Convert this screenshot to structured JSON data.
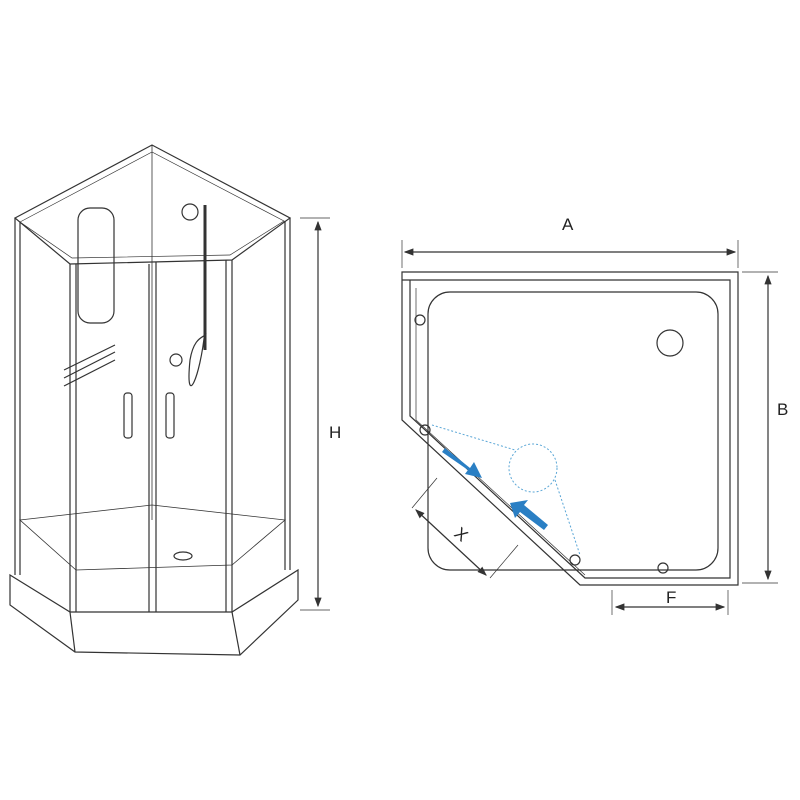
{
  "dimensions": {
    "width_label": "A",
    "depth_label": "B",
    "height_label": "H",
    "entrance_label": "X",
    "side_label": "F"
  },
  "colors": {
    "line": "#333333",
    "arrow": "#2a7fc4",
    "detail": "#5aa6d6"
  }
}
